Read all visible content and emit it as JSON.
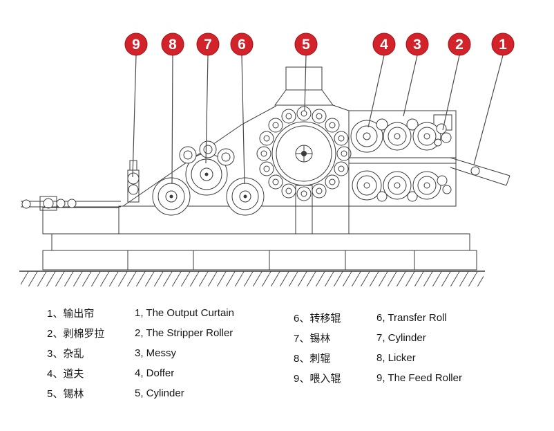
{
  "colors": {
    "accent_red": "#d2232a",
    "line": "#3a3a3a",
    "background": "#ffffff"
  },
  "callouts": [
    {
      "number": "1"
    },
    {
      "number": "2"
    },
    {
      "number": "3"
    },
    {
      "number": "4"
    },
    {
      "number": "5"
    },
    {
      "number": "6"
    },
    {
      "number": "7"
    },
    {
      "number": "8"
    },
    {
      "number": "9"
    }
  ],
  "legend": {
    "left": [
      {
        "zh": "1、输出帘",
        "en": "1, The Output Curtain"
      },
      {
        "zh": "2、剥棉罗拉",
        "en": "2, The Stripper Roller"
      },
      {
        "zh": "3、杂乱",
        "en": "3, Messy"
      },
      {
        "zh": "4、道夫",
        "en": "4, Doffer"
      },
      {
        "zh": "5、锡林",
        "en": "5, Cylinder"
      }
    ],
    "right": [
      {
        "zh": "6、转移辊",
        "en": "6, Transfer Roll"
      },
      {
        "zh": "7、锡林",
        "en": "7, Cylinder"
      },
      {
        "zh": "8、刺辊",
        "en": "8, Licker"
      },
      {
        "zh": "9、喂入辊",
        "en": "9, The Feed Roller"
      }
    ]
  }
}
